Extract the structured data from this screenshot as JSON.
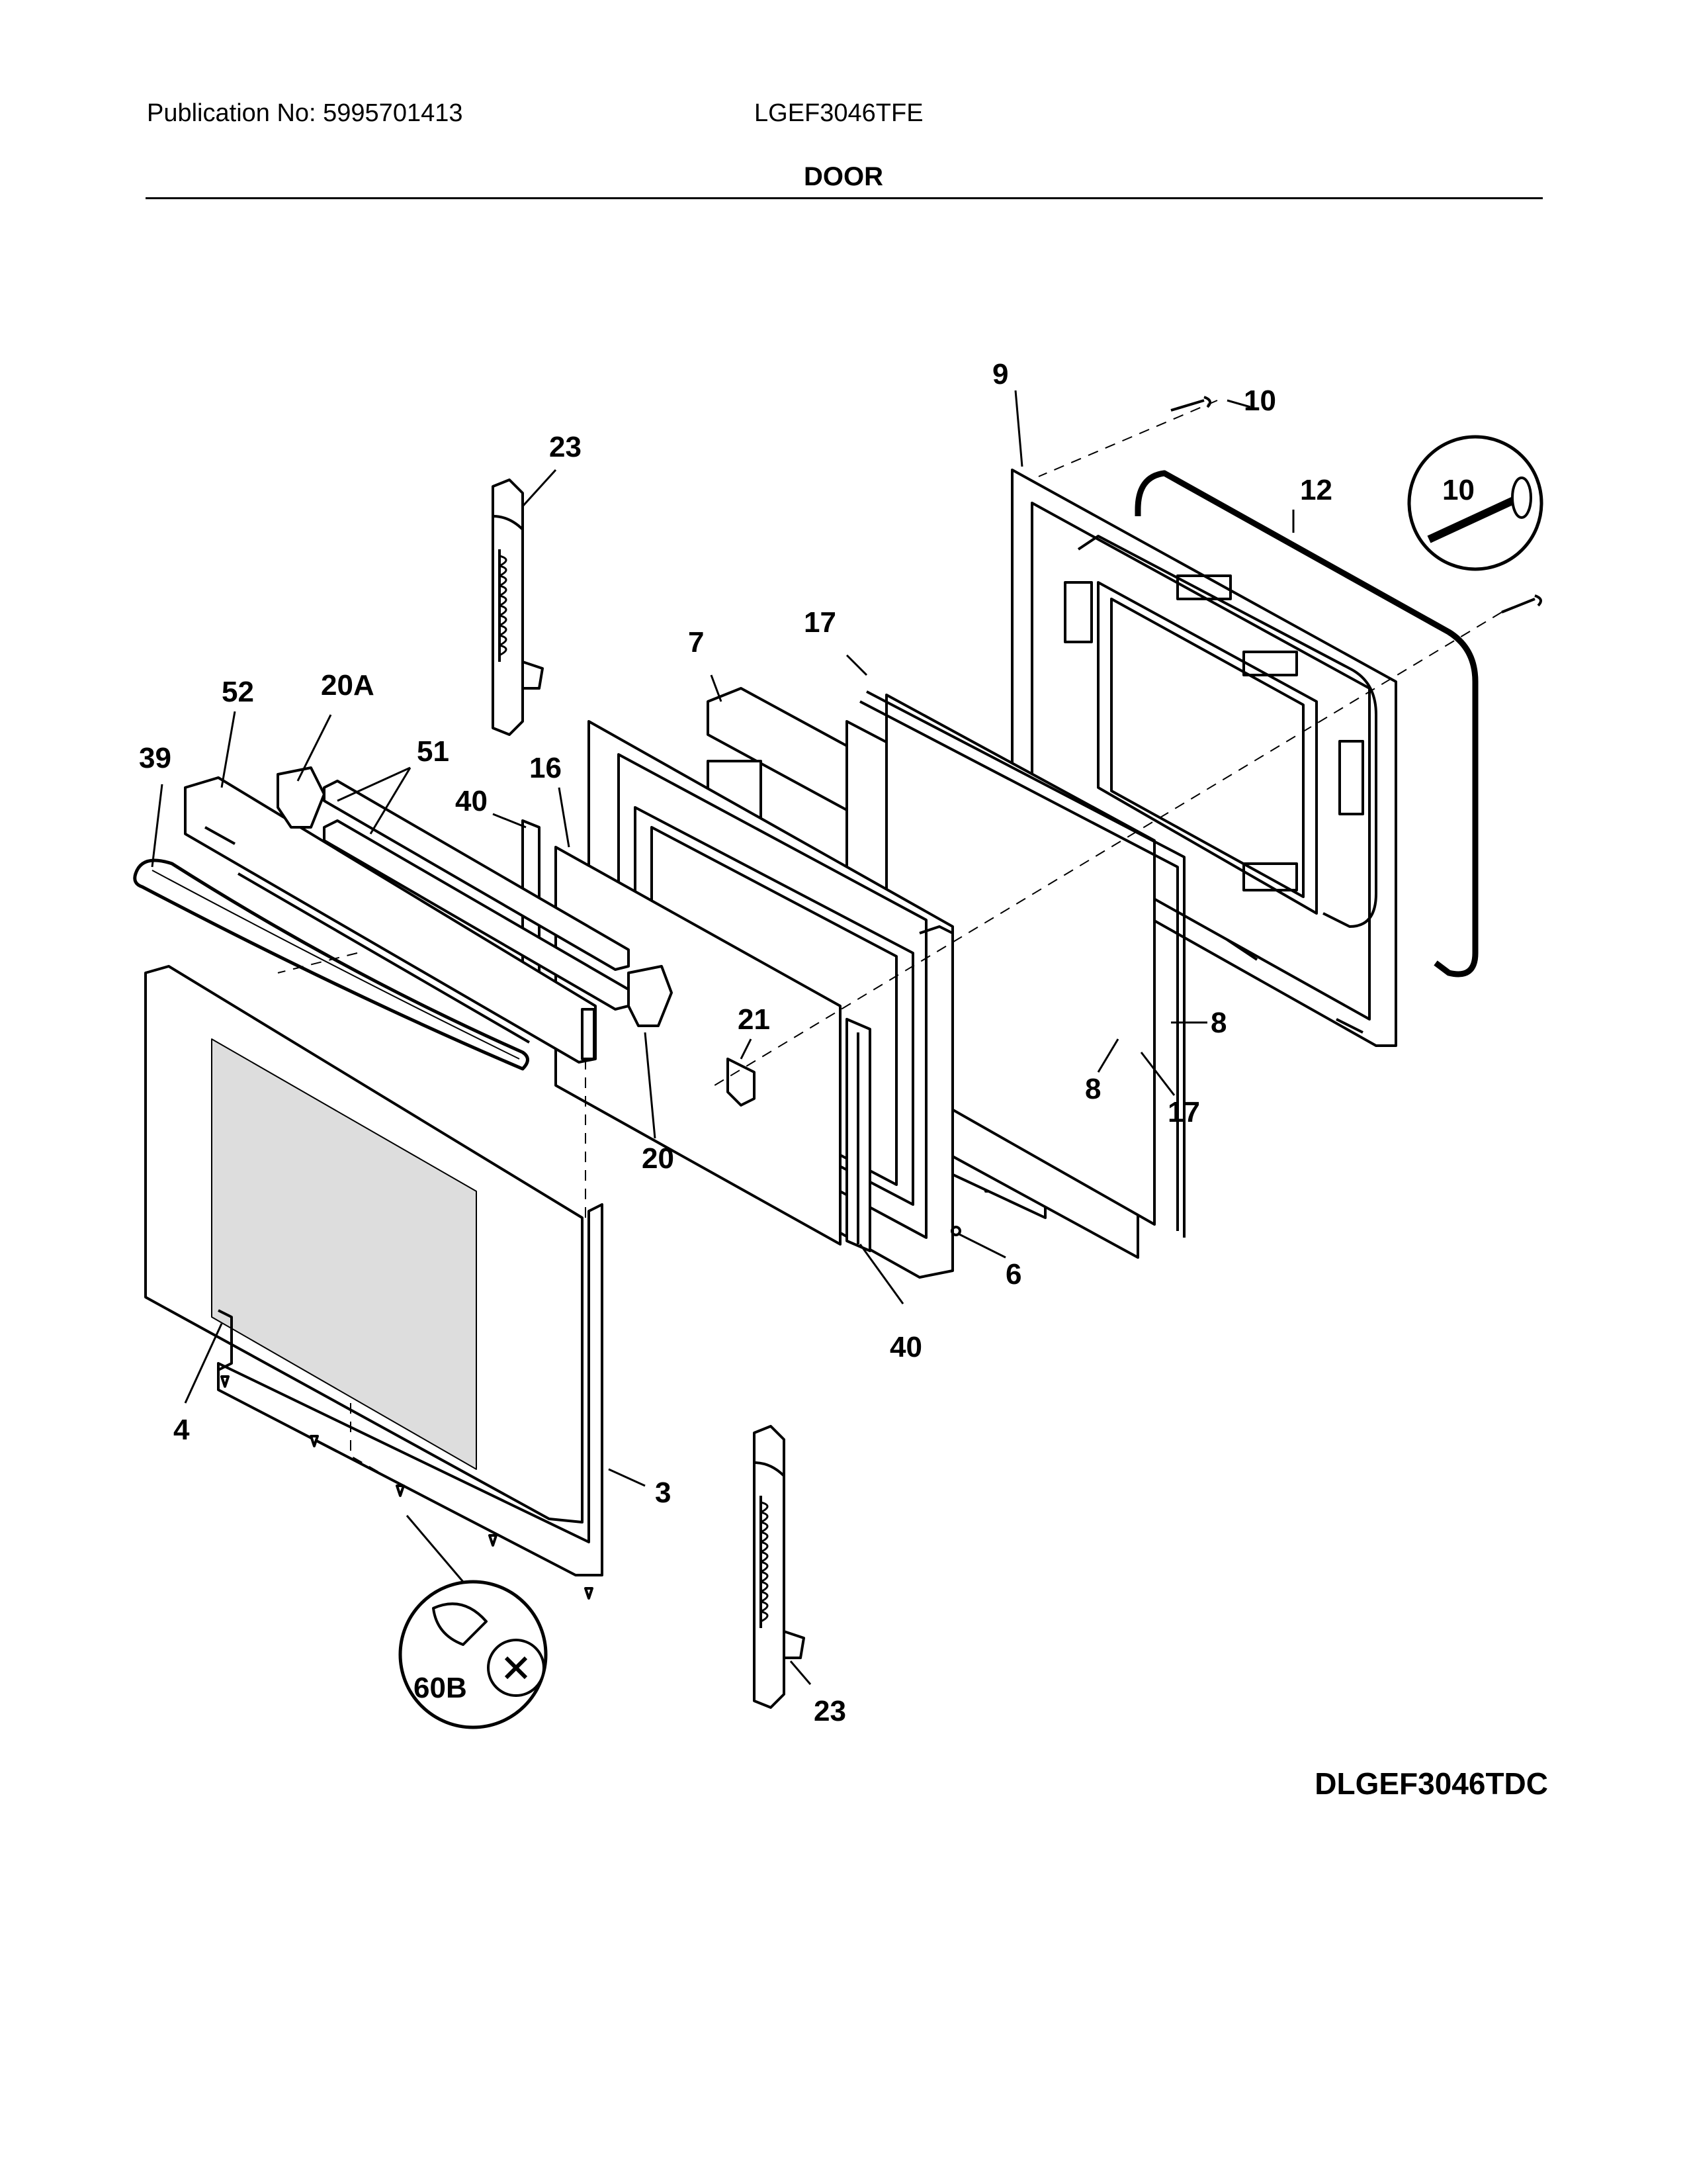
{
  "header": {
    "publication": "Publication No: 5995701413",
    "model": "LGEF3046TFE",
    "section": "DOOR"
  },
  "drawing_code": "DLGEF3046TDC",
  "callouts": {
    "c23a": "23",
    "c9": "9",
    "c10a": "10",
    "c12": "12",
    "c10b": "10",
    "c17a": "17",
    "c7": "7",
    "c52": "52",
    "c20a": "20A",
    "c51": "51",
    "c39": "39",
    "c16": "16",
    "c40a": "40",
    "c21": "21",
    "c8a": "8",
    "c8b": "8",
    "c17b": "17",
    "c20": "20",
    "c6": "6",
    "c40b": "40",
    "c4": "4",
    "c3": "3",
    "c60b": "60B",
    "c23b": "23"
  }
}
